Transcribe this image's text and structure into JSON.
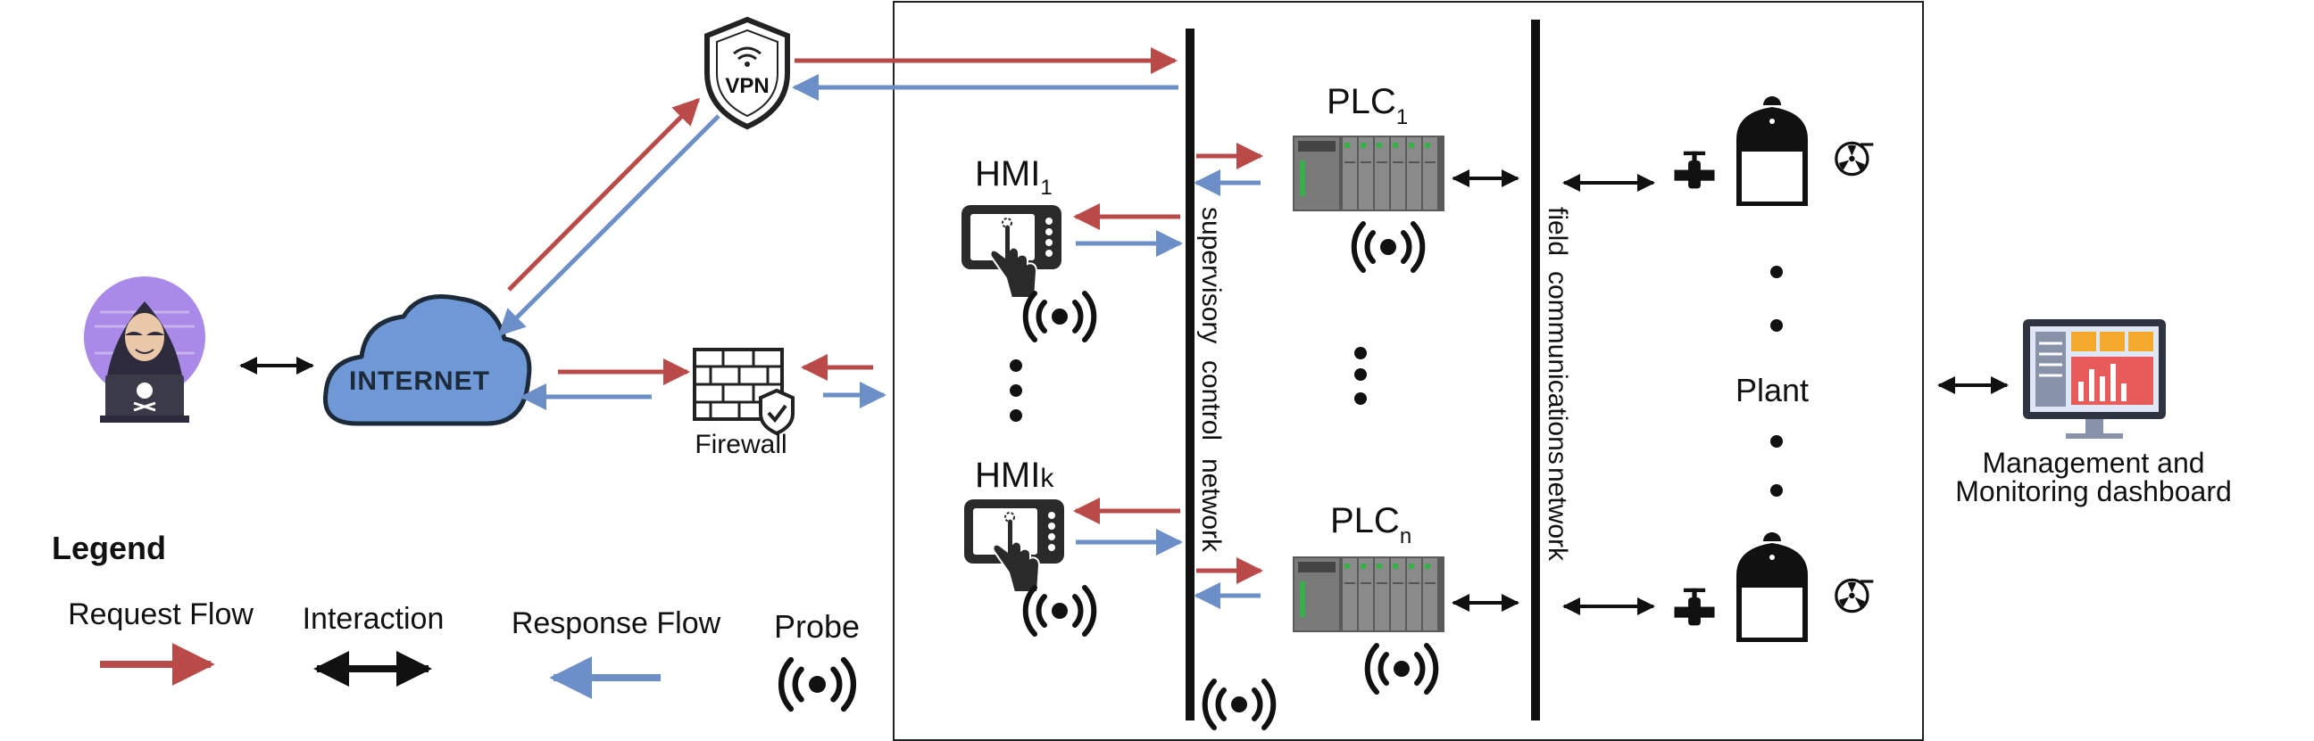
{
  "nodes": {
    "internet": "INTERNET",
    "vpn": "VPN",
    "firewall": "Firewall",
    "hmi1": {
      "base": "HMI",
      "sub": "1"
    },
    "hmik": {
      "base": "HMI",
      "sub": "k"
    },
    "plc1": {
      "base": "PLC",
      "sub": "1"
    },
    "plcn": {
      "base": "PLC",
      "sub": "n"
    },
    "plant": "Plant",
    "dashboard_line1": "Management and",
    "dashboard_line2": "Monitoring dashboard"
  },
  "networks": {
    "supervisory": [
      "supervisory",
      "control",
      "network"
    ],
    "field": [
      "field",
      "communications",
      "network"
    ]
  },
  "legend": {
    "title": "Legend",
    "request": "Request Flow",
    "interaction": "Interaction",
    "response": "Response Flow",
    "probe": "Probe"
  },
  "colors": {
    "request": "#b94a48",
    "response": "#6b8fc6",
    "interaction": "#111111",
    "cloud": "#6e98d6",
    "attacker_halo": "#a98ae8"
  }
}
